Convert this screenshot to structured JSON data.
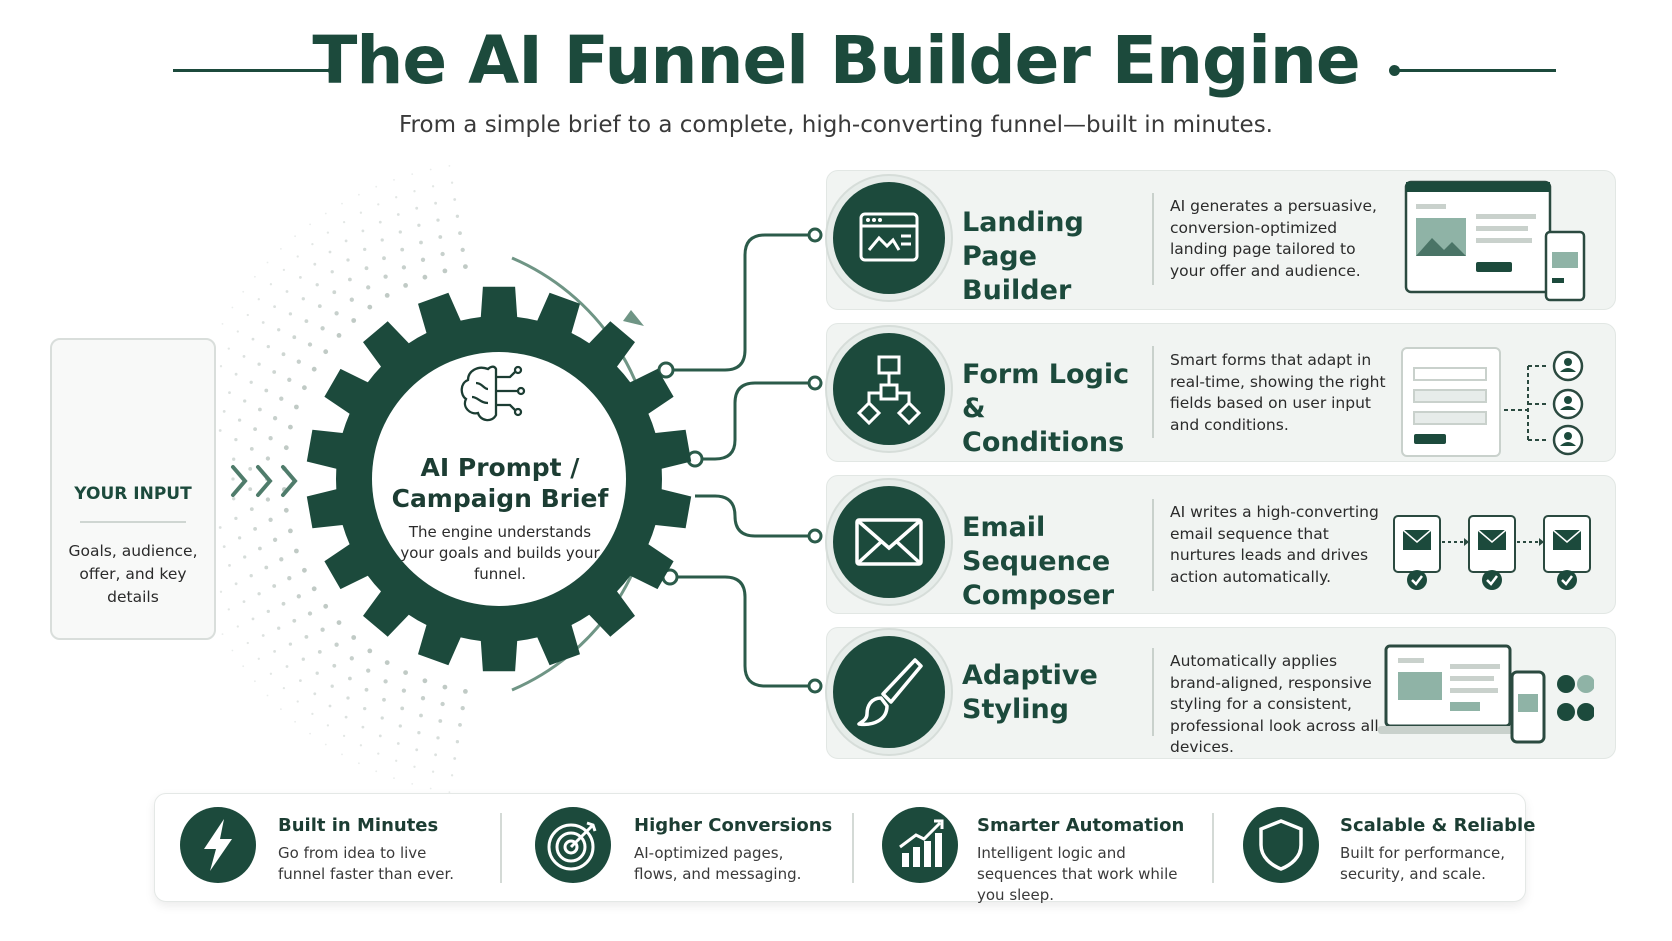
{
  "header": {
    "title": "The AI Funnel Builder Engine",
    "subtitle": "From a simple brief to a complete, high-converting funnel—built in minutes."
  },
  "input": {
    "label": "YOUR INPUT",
    "text": "Goals, audience, offer, and key details",
    "icon": "document-pen-icon"
  },
  "engine": {
    "title_line1": "AI Prompt /",
    "title_line2": "Campaign Brief",
    "desc": "The engine understands your goals and builds your funnel.",
    "icon": "brain-circuit-icon"
  },
  "features": [
    {
      "title_line1": "Landing Page",
      "title_line2": "Builder",
      "desc": "AI generates a persuasive, conversion-optimized landing page tailored to your offer and audience.",
      "icon": "browser-window-icon"
    },
    {
      "title_line1": "Form Logic &",
      "title_line2": "Conditions",
      "desc": "Smart forms that adapt in real-time, showing the right fields based on user input and conditions.",
      "icon": "flowchart-icon"
    },
    {
      "title_line1": "Email Sequence",
      "title_line2": "Composer",
      "desc": "AI writes a high-converting email sequence that nurtures leads and drives action automatically.",
      "icon": "envelope-icon"
    },
    {
      "title_line1": "Adaptive",
      "title_line2": "Styling",
      "desc": "Automatically applies brand-aligned, responsive styling for a consistent, professional look across all devices.",
      "icon": "paintbrush-icon"
    }
  ],
  "benefits": [
    {
      "title": "Built in Minutes",
      "desc": "Go from idea to live funnel faster than ever.",
      "icon": "lightning-icon"
    },
    {
      "title": "Higher Conversions",
      "desc": "AI-optimized pages, flows, and messaging.",
      "icon": "target-icon"
    },
    {
      "title": "Smarter Automation",
      "desc": "Intelligent logic and sequences that work while you sleep.",
      "icon": "growth-chart-icon"
    },
    {
      "title": "Scalable & Reliable",
      "desc": "Built for performance, security, and scale.",
      "icon": "shield-icon"
    }
  ],
  "colors": {
    "primary": "#1c4a3c",
    "card_bg": "#f1f4f2",
    "line": "#5f8a79"
  }
}
